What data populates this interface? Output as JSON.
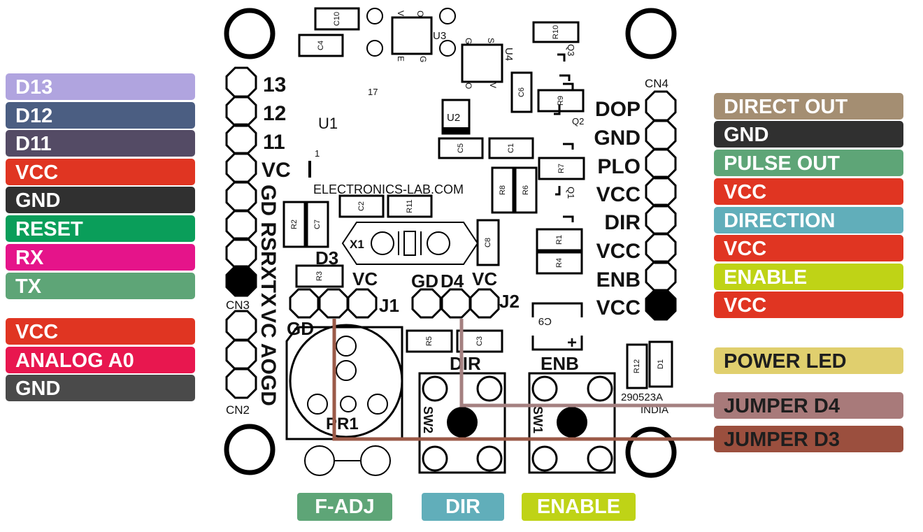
{
  "left_labels": {
    "arduino_header": [
      {
        "text": "D13",
        "color": "#b0a4df"
      },
      {
        "text": "D12",
        "color": "#4b5e82"
      },
      {
        "text": "D11",
        "color": "#544b65"
      },
      {
        "text": "VCC",
        "color": "#e03522"
      },
      {
        "text": "GND",
        "color": "#303030"
      },
      {
        "text": "RESET",
        "color": "#0a9e5a"
      },
      {
        "text": "RX",
        "color": "#e5148a"
      },
      {
        "text": "TX",
        "color": "#5ea577"
      }
    ],
    "analog_header": [
      {
        "text": "VCC",
        "color": "#e03522"
      },
      {
        "text": "ANALOG A0",
        "color": "#e8174f"
      },
      {
        "text": "GND",
        "color": "#4a4a4a"
      }
    ]
  },
  "right_labels": {
    "cn4_header": [
      {
        "text": "DIRECT OUT",
        "color": "#a48e72"
      },
      {
        "text": "GND",
        "color": "#303030"
      },
      {
        "text": "PULSE OUT",
        "color": "#5ea577"
      },
      {
        "text": "VCC",
        "color": "#e03522"
      },
      {
        "text": "DIRECTION",
        "color": "#61aeba"
      },
      {
        "text": "VCC",
        "color": "#e03522"
      },
      {
        "text": "ENABLE",
        "color": "#bfd316"
      },
      {
        "text": "VCC",
        "color": "#e03522"
      }
    ],
    "power_led": {
      "text": "POWER LED",
      "color": "#e0cf6e"
    },
    "jumper_d4": {
      "text": "JUMPER D4",
      "color": "#a87a7a"
    },
    "jumper_d3": {
      "text": "JUMPER D3",
      "color": "#9b4f3e"
    }
  },
  "bottom_labels": [
    {
      "text": "F-ADJ",
      "color": "#5ea577"
    },
    {
      "text": "DIR",
      "color": "#61aeba"
    },
    {
      "text": "ENABLE",
      "color": "#bfd316"
    }
  ],
  "board": {
    "silk_url": "ELECTRONICS-LAB.COM",
    "header_numbers": [
      "13",
      "12",
      "11",
      "VC"
    ],
    "header_vertical_text": "GD RSRXTX",
    "header_vertical_text2": "VC AOGD",
    "cn3": "CN3",
    "cn2": "CN2",
    "cn4": "CN4",
    "cn4_pins": [
      "DOP",
      "GND",
      "PLO",
      "VCC",
      "DIR",
      "VCC",
      "ENB",
      "VCC"
    ],
    "u1": "U1",
    "u1_pin1": "1",
    "u1_mirror": "17",
    "u2": "U2",
    "u3": "U3",
    "u4": "U4",
    "x1": "X1",
    "j1": "J1",
    "j2": "J2",
    "d3": "D3",
    "d4": "D4",
    "j1_gd": "GD",
    "j1_vc": "VC",
    "j2_gd": "GD",
    "j2_vc": "VC",
    "dir_btn": "DIR",
    "enb_btn": "ENB",
    "sw1": "SW1",
    "sw2": "SW2",
    "pr1": "PR1",
    "board_code": "290523A",
    "made_in": "INDIA",
    "components": [
      "C10",
      "C4",
      "R10",
      "Q3",
      "C6",
      "R9",
      "Q2",
      "C5",
      "C1",
      "R7",
      "Q1",
      "R8",
      "R6",
      "C2",
      "R11",
      "R2",
      "C7",
      "C8",
      "R1",
      "R4",
      "R3",
      "C9",
      "R5",
      "C3",
      "R12",
      "D1"
    ],
    "u3_pins": [
      "V",
      "O",
      "E",
      "G"
    ],
    "u4_pins": [
      "G",
      "S",
      "O",
      "V"
    ]
  }
}
